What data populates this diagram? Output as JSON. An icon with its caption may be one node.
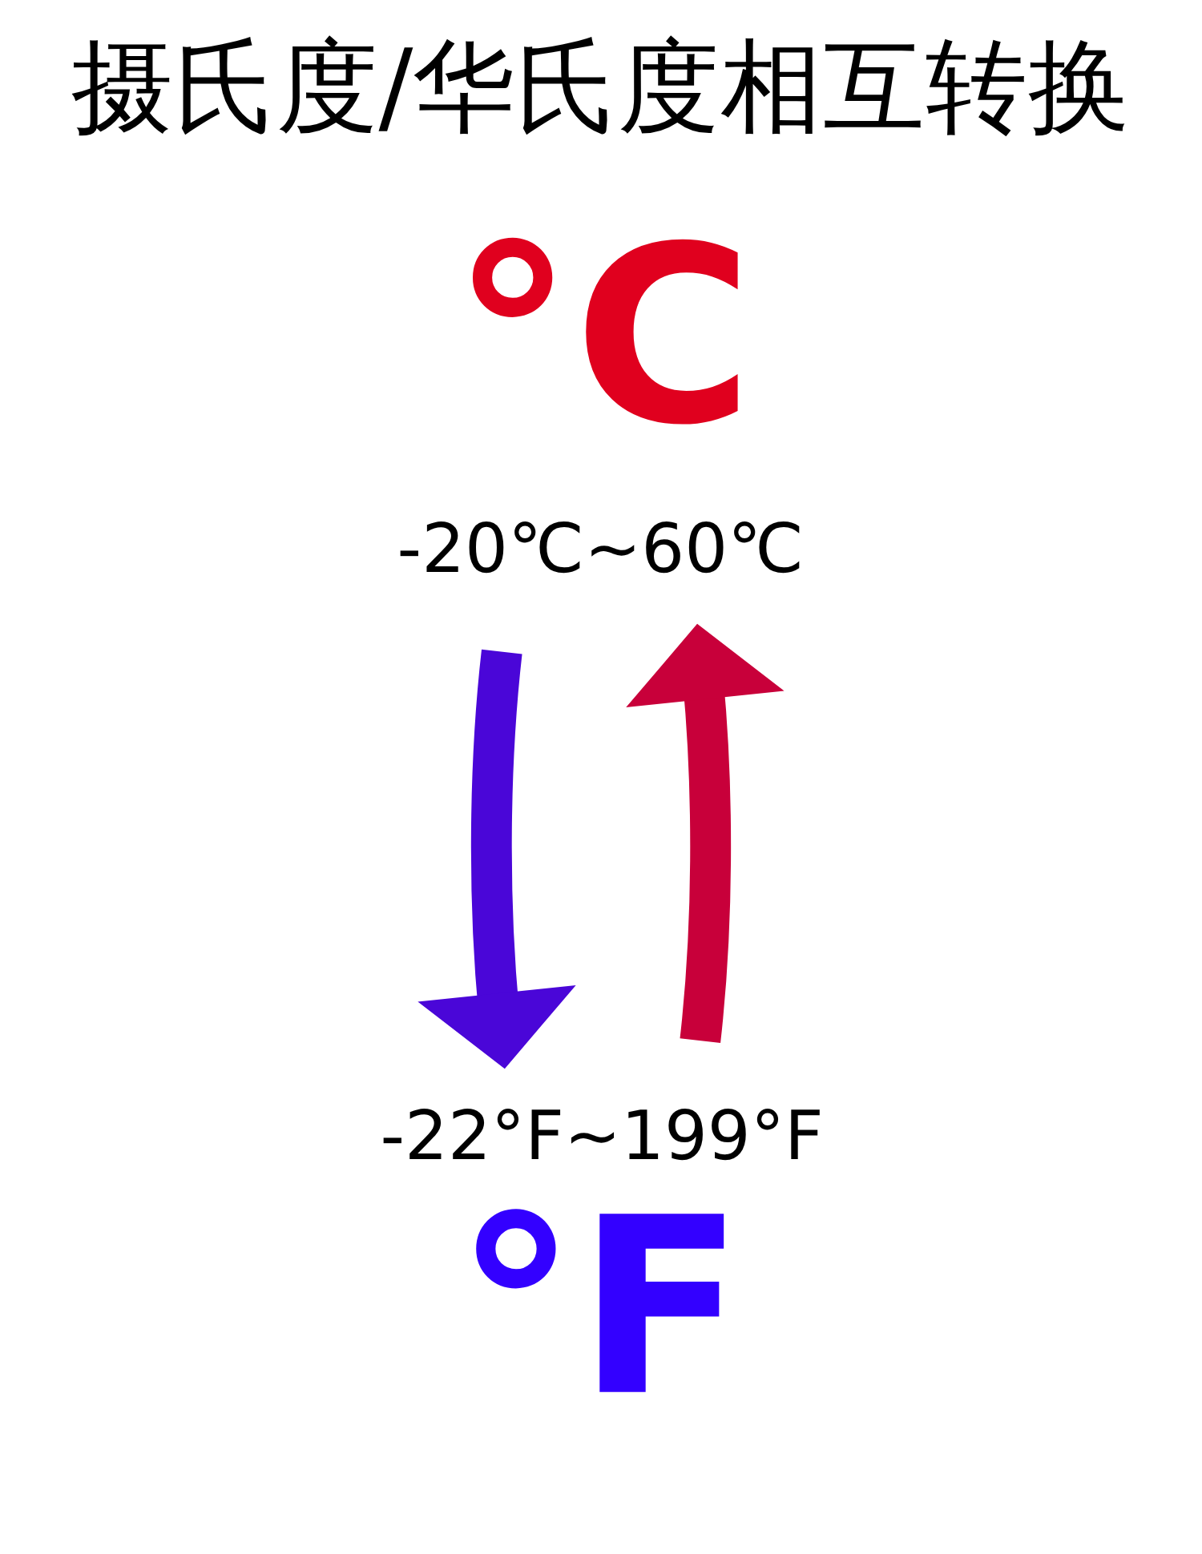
{
  "diagram": {
    "title": "摄氏度/华氏度相互转换",
    "nodes": [
      {
        "text": [
          "°C",
          "-20℃~60℃"
        ]
      },
      {
        "text": [
          "-22°F~199°F",
          "°F"
        ]
      }
    ],
    "edges": [
      {
        "from": 0,
        "to": 1,
        "arrow": "to",
        "color": "#4a06d8"
      },
      {
        "from": 1,
        "to": 0,
        "arrow": "to",
        "color": "#c8003a"
      }
    ]
  }
}
